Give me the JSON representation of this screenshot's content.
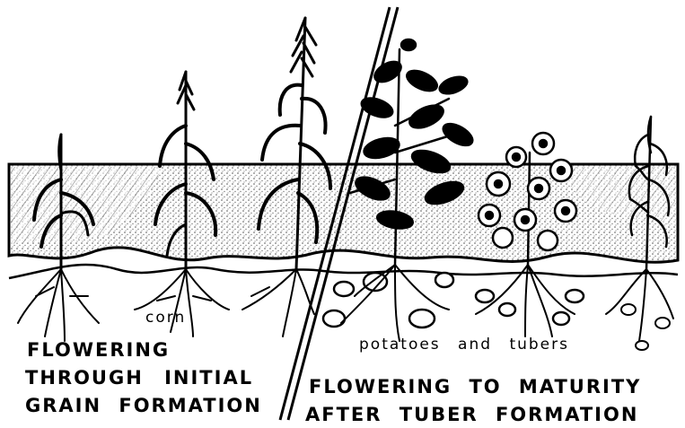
{
  "diagram": {
    "left_panel": {
      "plant_label": "corn",
      "caption_lines": [
        "FLOWERING",
        "THROUGH INITIAL",
        "GRAIN FORMATION"
      ]
    },
    "right_panel": {
      "plant_label": "potatoes and tubers",
      "caption_lines": [
        "FLOWERING TO MATURITY",
        "AFTER TUBER FORMATION"
      ]
    }
  },
  "colors": {
    "ink": "#000000",
    "paper": "#ffffff",
    "soil_stipple": "#555555"
  }
}
